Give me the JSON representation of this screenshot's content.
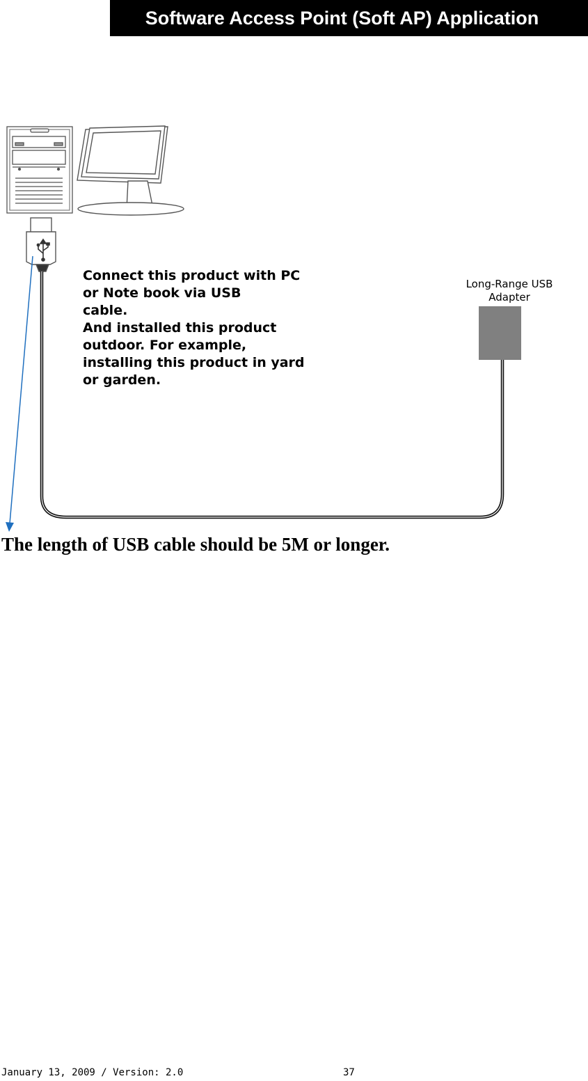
{
  "header": {
    "title": "Software Access Point (Soft AP) Application"
  },
  "diagram": {
    "instructions": [
      "Connect this product with PC",
      "or Note book via USB",
      "cable.",
      "And installed this product",
      "outdoor. For example,",
      "installing this product in yard",
      "or garden."
    ],
    "adapter_label": [
      "Long-Range USB",
      "Adapter"
    ],
    "icons": [
      "computer-tower-icon",
      "monitor-icon",
      "usb-plug-icon",
      "usb-symbol-icon",
      "usb-adapter-icon",
      "usb-cable",
      "pointer-arrow"
    ],
    "colors": {
      "arrow": "#1f6fbf",
      "adapter": "#808080",
      "cable": "#111111"
    }
  },
  "caption": "The length of USB cable should be 5M or longer.",
  "footer": {
    "date_version": "January 13, 2009 / Version: 2.0",
    "page_number": "37"
  }
}
